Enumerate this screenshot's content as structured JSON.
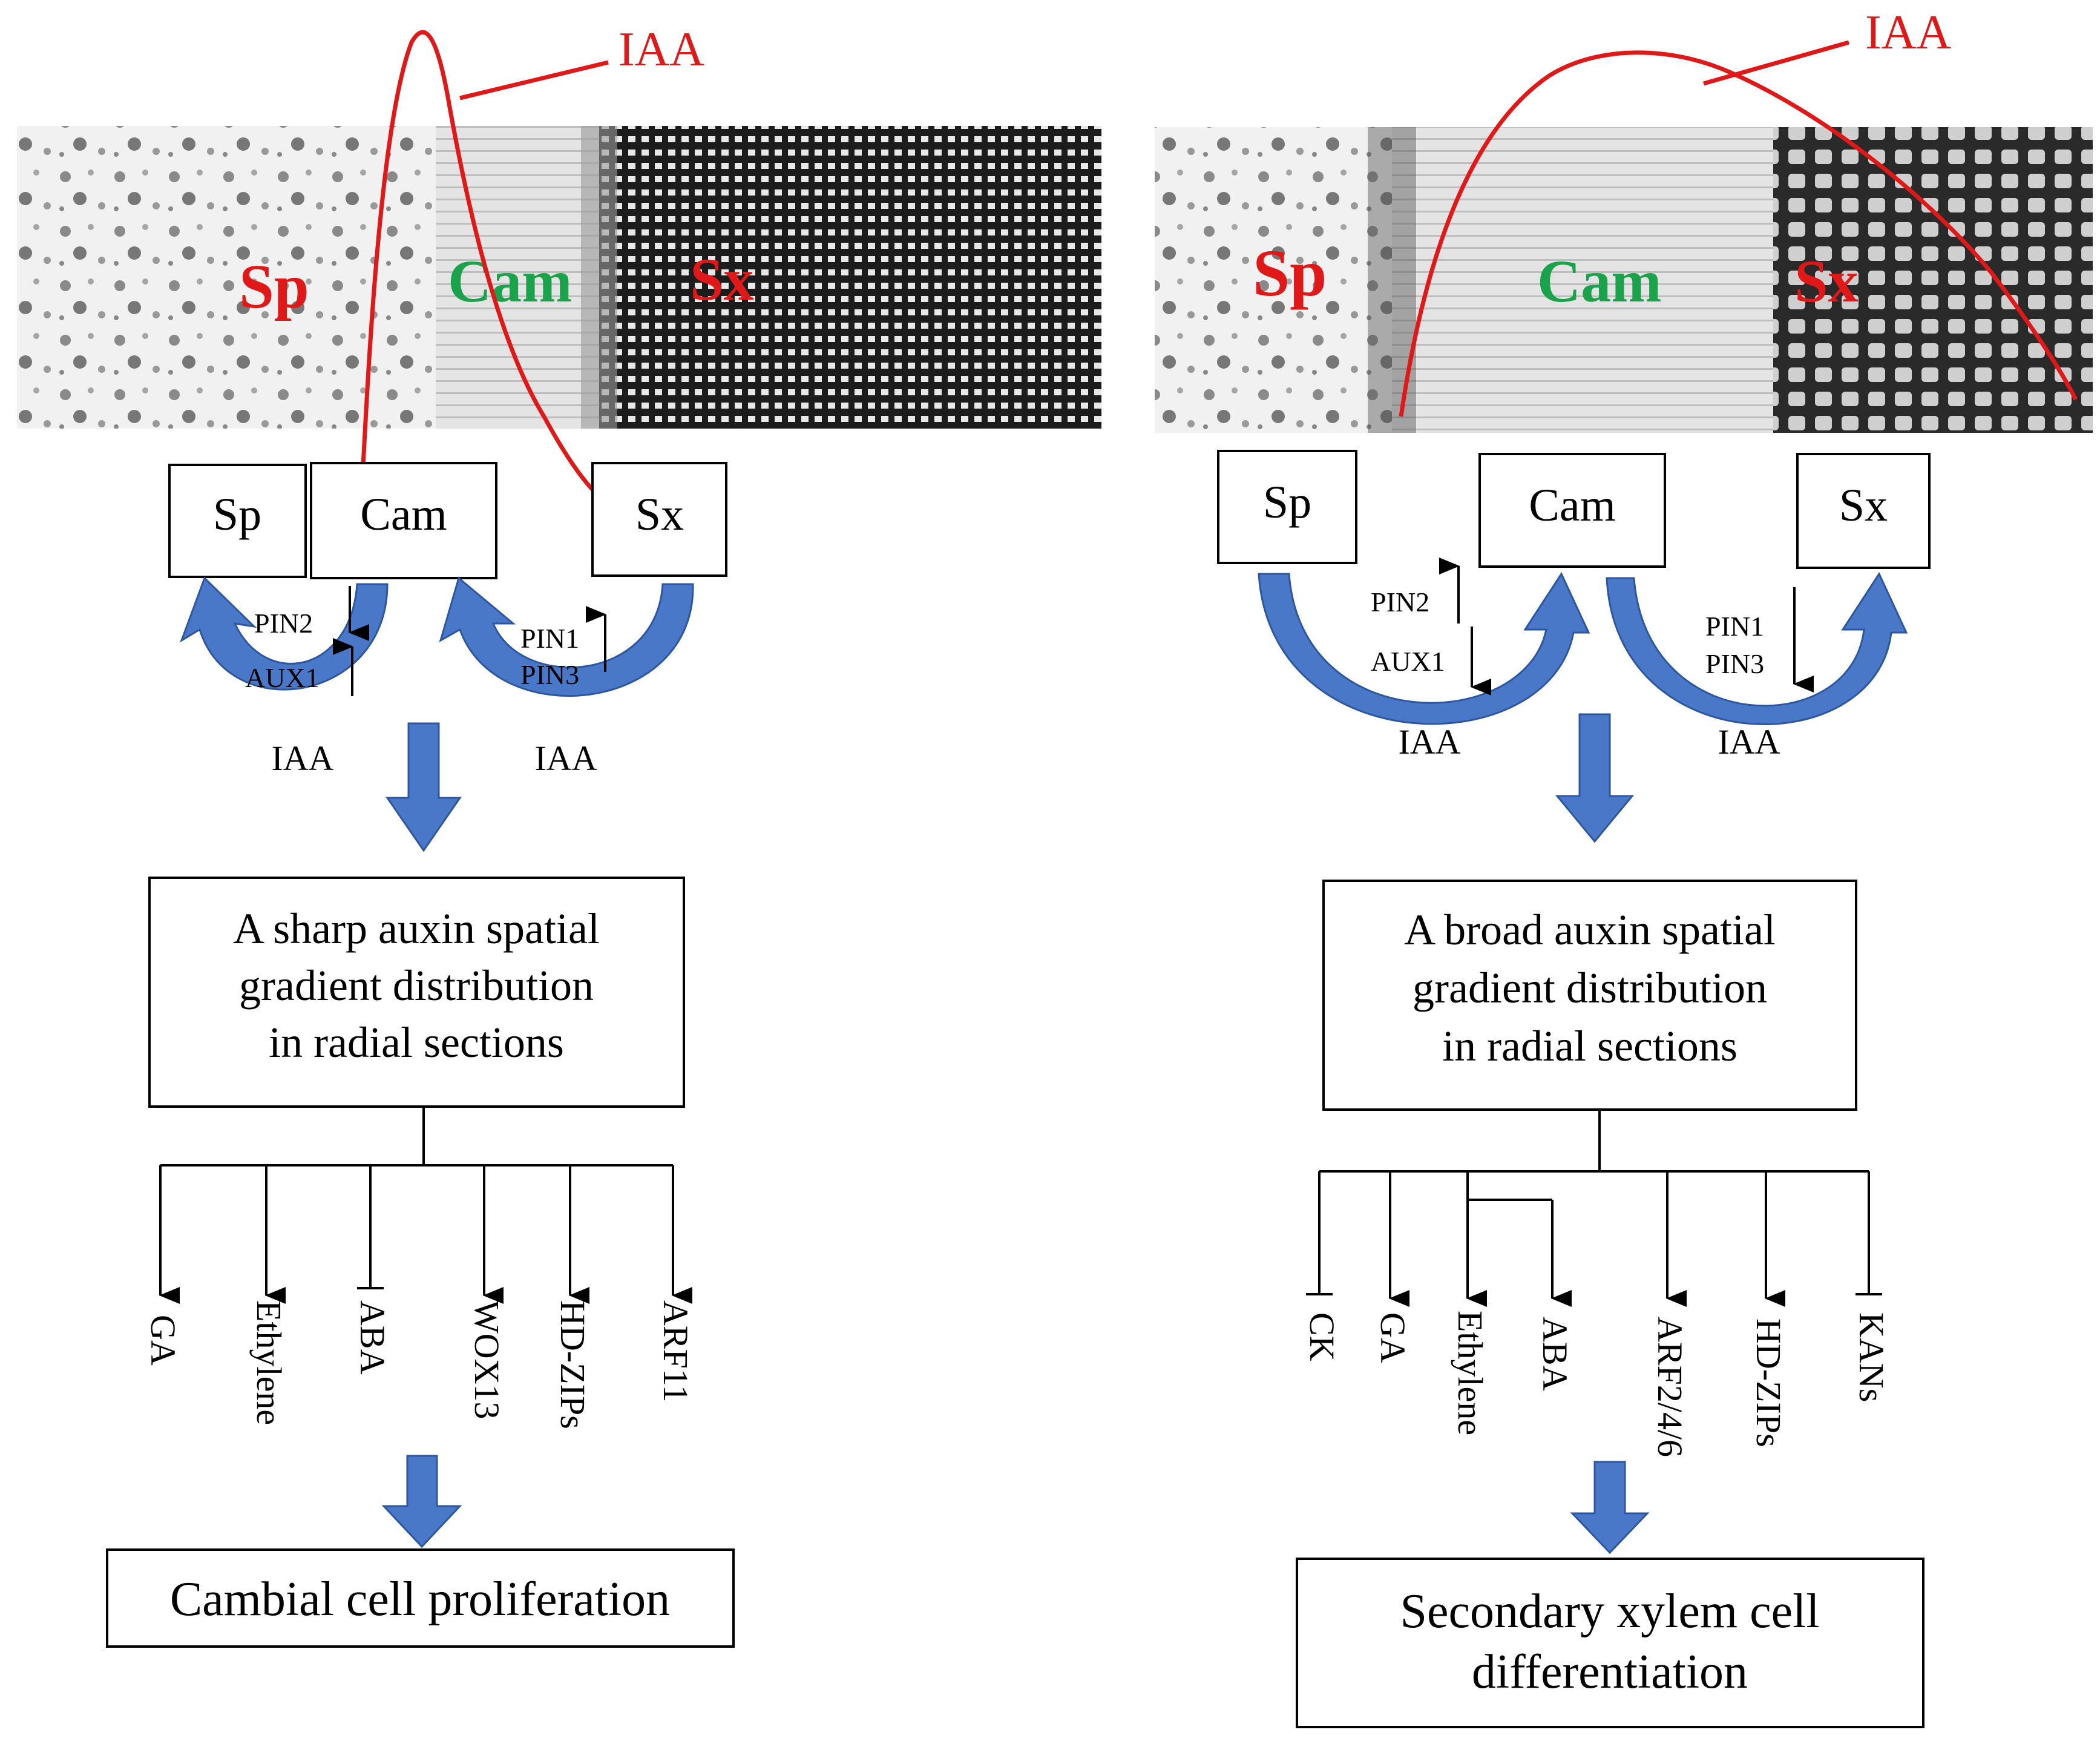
{
  "left": {
    "iaa_label": "IAA",
    "zones": {
      "sp": "Sp",
      "cam": "Cam",
      "sx": "Sx"
    },
    "boxes": {
      "sp": "Sp",
      "cam": "Cam",
      "sx": "Sx"
    },
    "transporters": {
      "pin2": "PIN2",
      "aux1": "AUX1",
      "pin1": "PIN1",
      "pin3": "PIN3"
    },
    "flow_labels": [
      "IAA",
      "IAA"
    ],
    "gradient_box": [
      "A sharp auxin spatial",
      "gradient distribution",
      "in radial sections"
    ],
    "targets": [
      "GA",
      "Ethylene",
      "ABA",
      "WOX13",
      "HD-ZIPs",
      "ARF11"
    ],
    "outcome": "Cambial cell proliferation"
  },
  "right": {
    "iaa_label": "IAA",
    "zones": {
      "sp": "Sp",
      "cam": "Cam",
      "sx": "Sx"
    },
    "boxes": {
      "sp": "Sp",
      "cam": "Cam",
      "sx": "Sx"
    },
    "transporters": {
      "pin2": "PIN2",
      "aux1": "AUX1",
      "pin1": "PIN1",
      "pin3": "PIN3"
    },
    "flow_labels": [
      "IAA",
      "IAA"
    ],
    "gradient_box": [
      "A broad auxin spatial",
      "gradient distribution",
      "in radial sections"
    ],
    "targets": [
      "CK",
      "GA",
      "Ethylene",
      "ABA",
      "ARF2/4/6",
      "HD-ZIPs",
      "KANs"
    ],
    "outcome": [
      "Secondary xylem cell",
      "differentiation"
    ]
  },
  "colors": {
    "iaa_curve": "#e01818",
    "zone_red": "#e01818",
    "zone_green": "#1aa34a",
    "flow_arrow": "#4a78c8"
  }
}
